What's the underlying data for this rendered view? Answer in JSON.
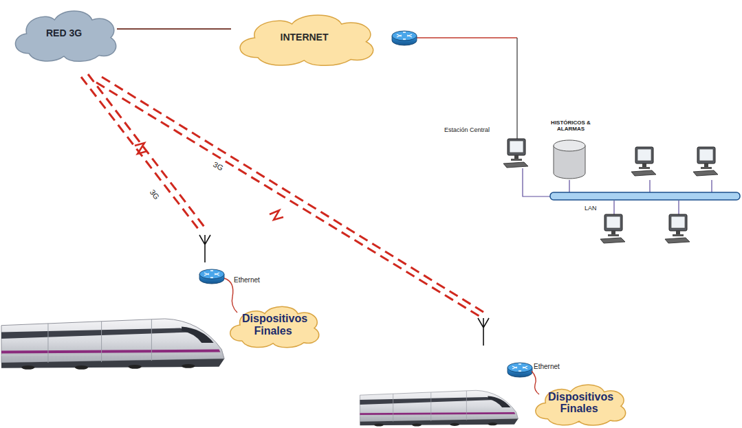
{
  "diagram": {
    "nodes": [
      {
        "text": [
          "RED 3G"
        ]
      },
      {
        "text": [
          "INTERNET"
        ]
      },
      {
        "text": [
          "Dispositivos Finales"
        ]
      },
      {
        "text": [
          "Dispositivos Finales"
        ]
      }
    ],
    "edges": [
      {
        "from": 0,
        "to": 1,
        "arrow": "none"
      }
    ],
    "labels": [
      "Estación Central",
      "HISTÓRICOS & ALARMAS",
      "LAN",
      "3G",
      "3G",
      "Ethernet",
      "Ethernet"
    ]
  }
}
